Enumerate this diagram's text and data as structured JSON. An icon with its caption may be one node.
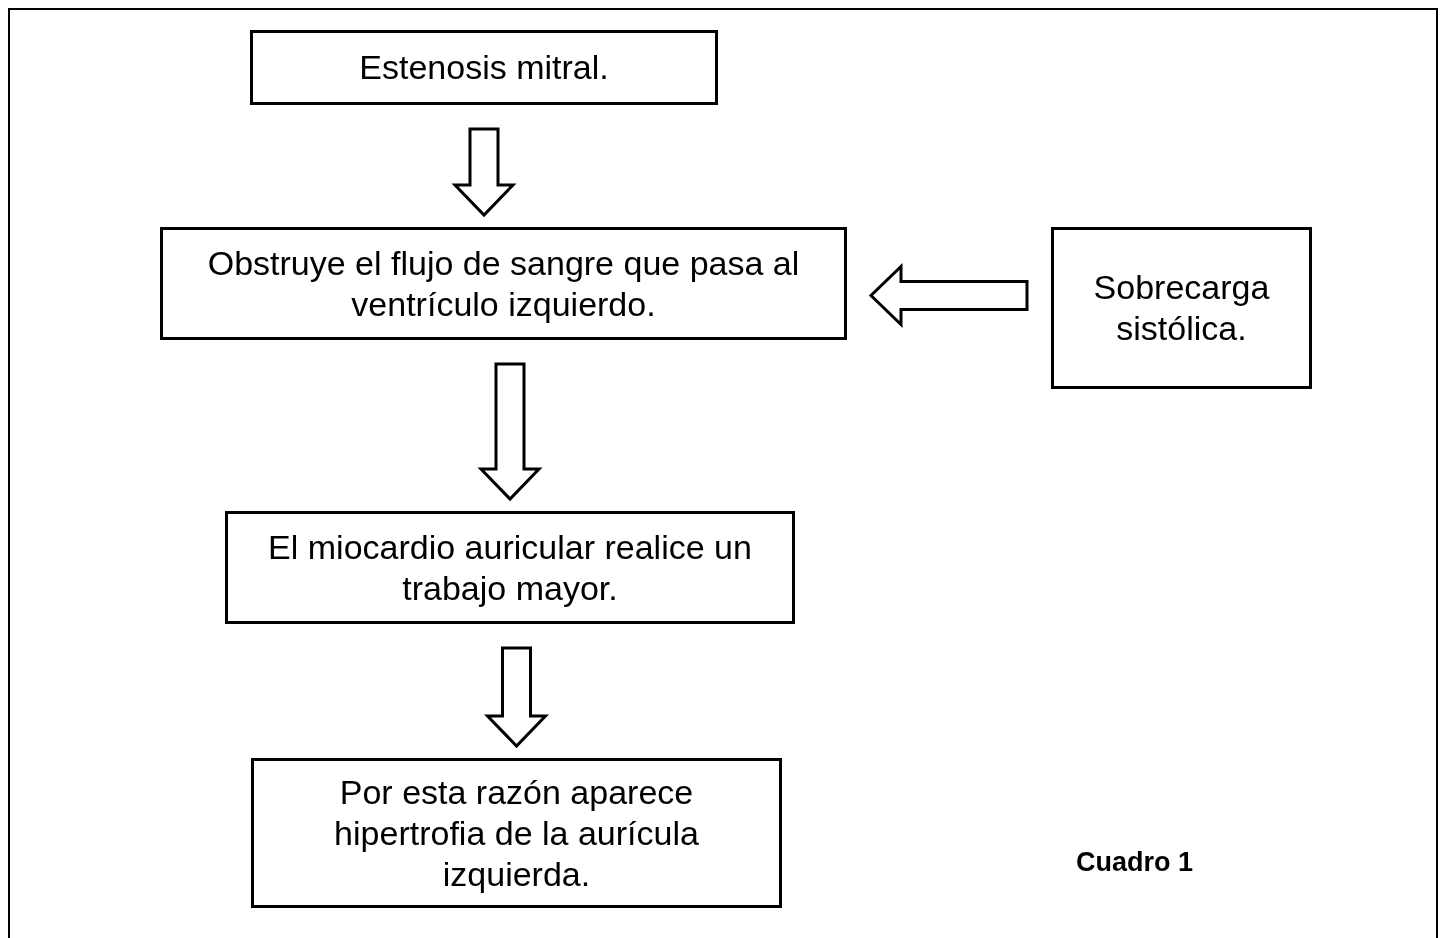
{
  "diagram": {
    "nodes": [
      {
        "text": [
          "Estenosis mitral."
        ]
      },
      {
        "text": [
          "Obstruye el flujo de sangre que pasa al ventrículo izquierdo."
        ]
      },
      {
        "text": [
          "Sobrecarga sistólica."
        ]
      },
      {
        "text": [
          "El miocardio auricular realice un trabajo mayor."
        ]
      },
      {
        "text": [
          "Por esta razón aparece hipertrofia de la aurícula izquierda."
        ]
      }
    ],
    "edges": [
      {
        "from": 0,
        "to": 1,
        "arrow": "to"
      },
      {
        "from": 1,
        "to": 3,
        "arrow": "to"
      },
      {
        "from": 3,
        "to": 4,
        "arrow": "to"
      },
      {
        "from": 2,
        "to": 1,
        "arrow": "to"
      }
    ],
    "labels": [
      "Cuadro 1"
    ]
  }
}
